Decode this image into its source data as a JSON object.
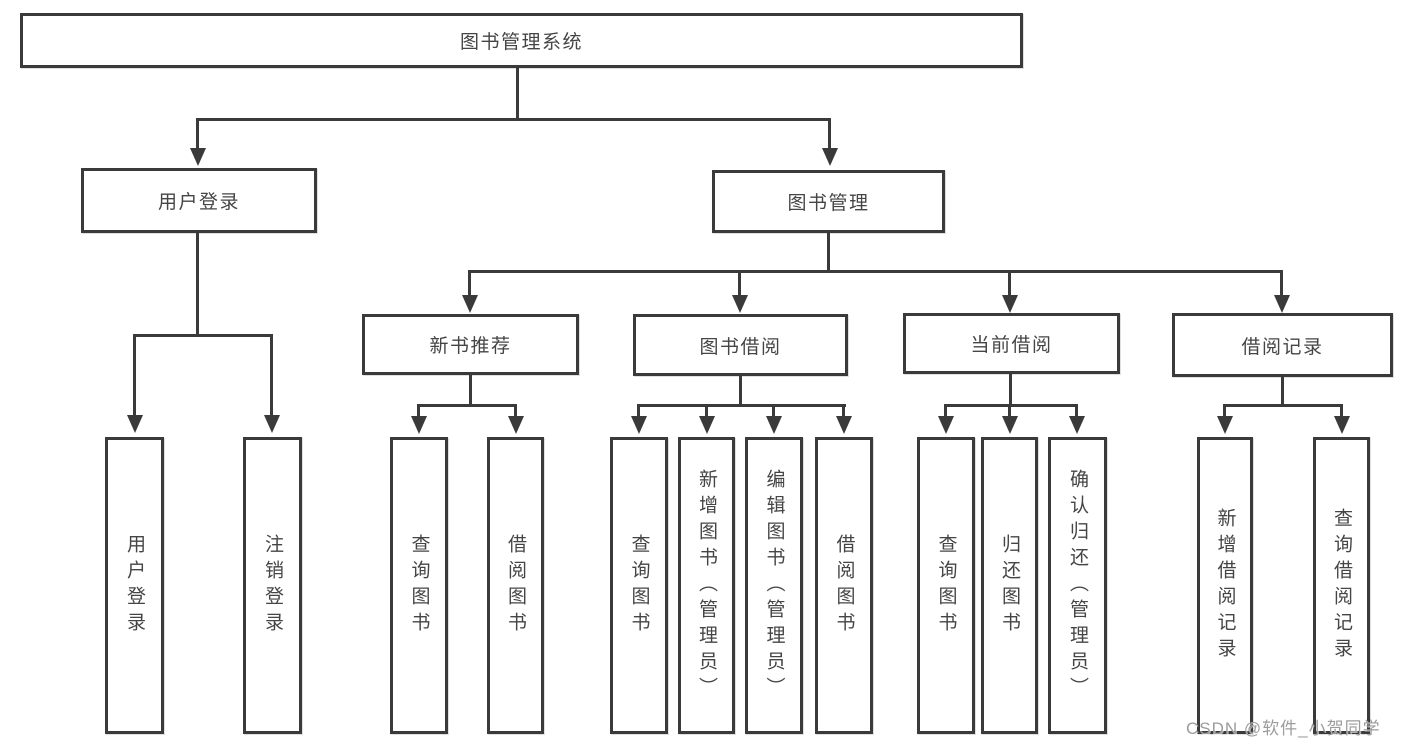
{
  "nodes": {
    "root": "图书管理系统",
    "user_login": "用户登录",
    "book_mgmt": "图书管理",
    "new_book_rec": "新书推荐",
    "book_borrow": "图书借阅",
    "current_borrow": "当前借阅",
    "borrow_record": "借阅记录",
    "leaf_user_login": "用户登录",
    "leaf_logout": "注销登录",
    "nbr_query_book": "查询图书",
    "nbr_borrow_book": "借阅图书",
    "bb_query_book": "查询图书",
    "bb_add_book": "新增图书（管理员）",
    "bb_edit_book": "编辑图书（管理员）",
    "bb_borrow_book": "借阅图书",
    "cb_query_book": "查询图书",
    "cb_return_book": "归还图书",
    "cb_confirm_return": "确认归还（管理员）",
    "br_add_record": "新增借阅记录",
    "br_query_record": "查询借阅记录"
  },
  "watermark": "CSDN @软件_小贺同学",
  "colors": {
    "line": "#3a3a3a",
    "node_border": "#3a3a3a",
    "node_text": "#454545",
    "watermark": "#9c9c9c",
    "background": "#ffffff"
  }
}
